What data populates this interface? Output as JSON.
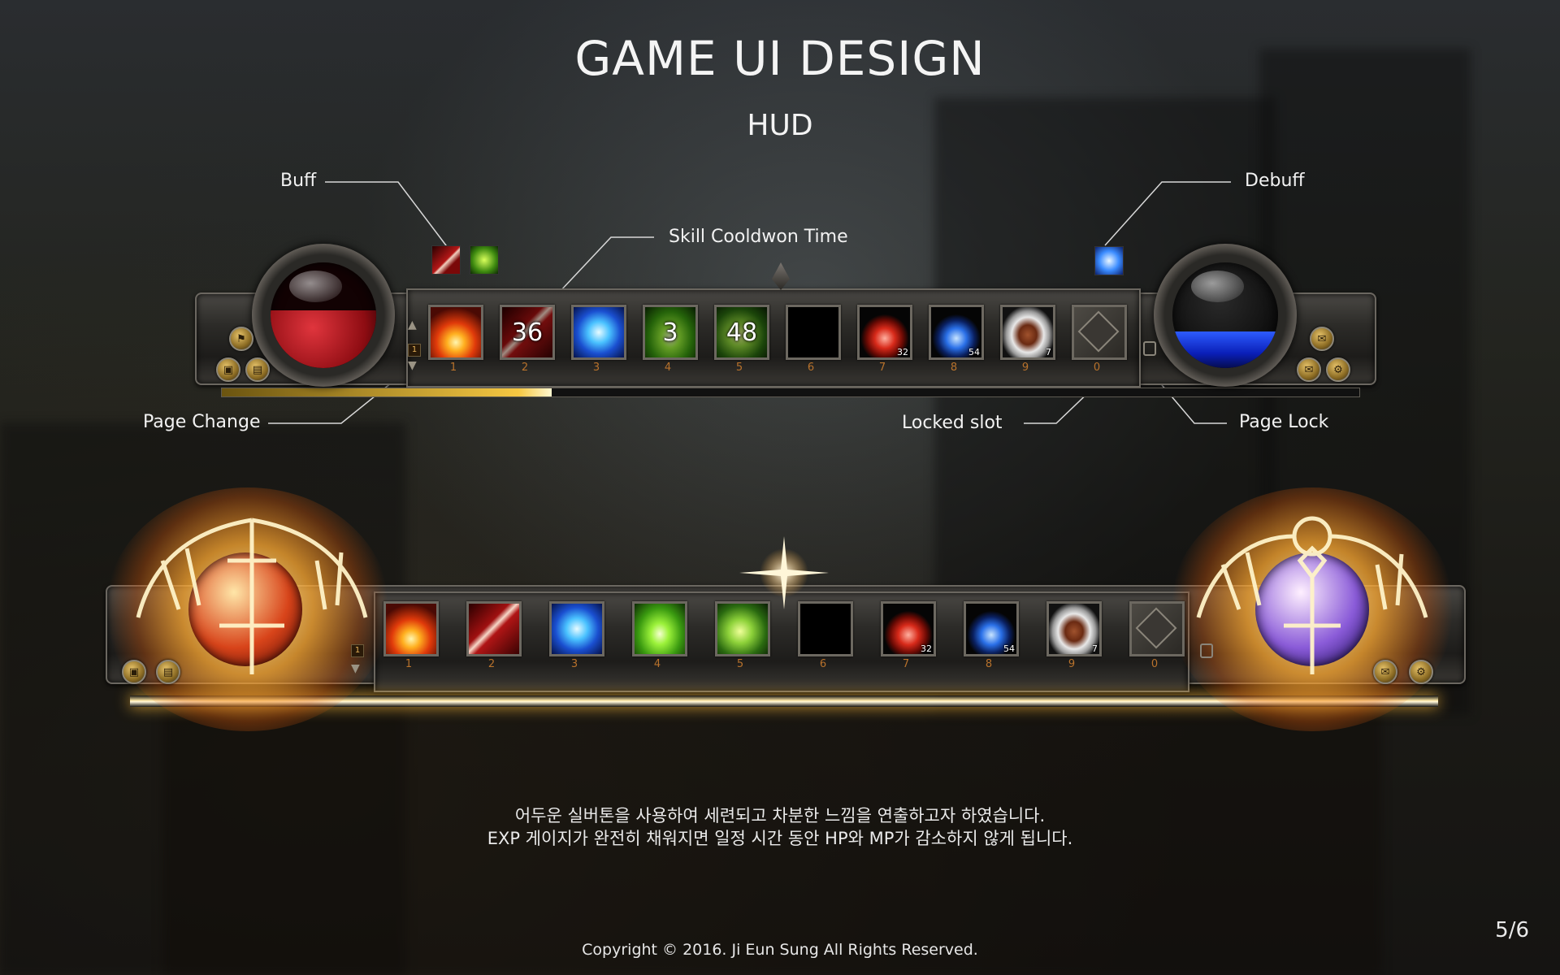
{
  "header": {
    "title": "GAME UI DESIGN",
    "subtitle": "HUD"
  },
  "callouts": {
    "buff": "Buff",
    "skill_cooldown": "Skill Cooldwon Time",
    "debuff": "Debuff",
    "page_change": "Page Change",
    "locked_slot": "Locked slot",
    "page_lock": "Page Lock"
  },
  "hud_normal": {
    "page_number": "1",
    "slots": [
      {
        "key": "1",
        "icon": "fire-burst-icon",
        "cooldown": "",
        "count": ""
      },
      {
        "key": "2",
        "icon": "blade-slash-icon",
        "cooldown": "36",
        "count": ""
      },
      {
        "key": "3",
        "icon": "ice-boot-icon",
        "cooldown": "",
        "count": ""
      },
      {
        "key": "4",
        "icon": "green-light-icon",
        "cooldown": "3",
        "count": ""
      },
      {
        "key": "5",
        "icon": "nature-bow-icon",
        "cooldown": "48",
        "count": ""
      },
      {
        "key": "6",
        "icon": "empty-slot",
        "cooldown": "",
        "count": ""
      },
      {
        "key": "7",
        "icon": "red-potion-icon",
        "cooldown": "",
        "count": "32"
      },
      {
        "key": "8",
        "icon": "blue-potion-icon",
        "cooldown": "",
        "count": "54"
      },
      {
        "key": "9",
        "icon": "steak-plate-icon",
        "cooldown": "",
        "count": "7"
      },
      {
        "key": "0",
        "icon": "locked-slot-icon",
        "cooldown": "",
        "count": ""
      }
    ],
    "hp_fill": 0.55,
    "mp_fill": 0.35,
    "exp_fill": 0.29
  },
  "hud_golden": {
    "page_number": "1",
    "slots": [
      {
        "key": "1",
        "icon": "fire-burst-icon",
        "count": ""
      },
      {
        "key": "2",
        "icon": "blade-slash-icon",
        "count": ""
      },
      {
        "key": "3",
        "icon": "ice-boot-icon",
        "count": ""
      },
      {
        "key": "4",
        "icon": "green-light-icon",
        "count": ""
      },
      {
        "key": "5",
        "icon": "nature-bow-icon",
        "count": ""
      },
      {
        "key": "6",
        "icon": "empty-slot",
        "count": ""
      },
      {
        "key": "7",
        "icon": "red-potion-icon",
        "count": "32"
      },
      {
        "key": "8",
        "icon": "blue-potion-icon",
        "count": "54"
      },
      {
        "key": "9",
        "icon": "steak-plate-icon",
        "count": "7"
      },
      {
        "key": "0",
        "icon": "locked-slot-icon",
        "count": ""
      }
    ]
  },
  "description": {
    "line1": "어두운 실버톤을 사용하여 세련되고 차분한 느낌을 연출하고자 하였습니다.",
    "line2": "EXP 게이지가 완전히 채워지면 일정 시간 동안 HP와 MP가 감소하지 않게 됩니다."
  },
  "footer": {
    "copyright": "Copyright © 2016. Ji Eun Sung All Rights Reserved.",
    "page": "5/6"
  },
  "colors": {
    "hp": "#b0141a",
    "mp": "#1a3cff",
    "key_label": "#b8722c",
    "exp": "#f5c742",
    "glow": "#ffb640"
  }
}
